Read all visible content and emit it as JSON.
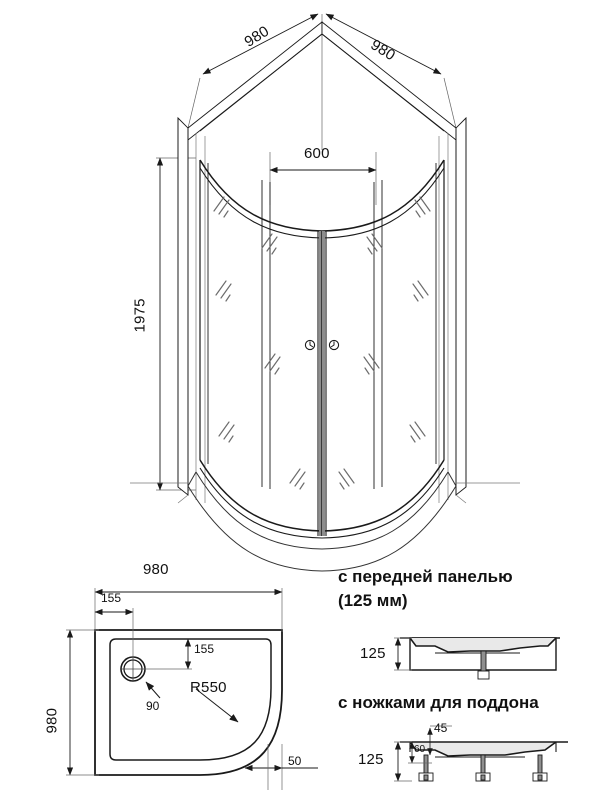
{
  "drawing": {
    "title_isometric": "",
    "dimensions": {
      "top_left_width": "980",
      "top_right_width": "980",
      "door_opening": "600",
      "height": "1975"
    }
  },
  "tray_plan": {
    "width": "980",
    "depth": "980",
    "drain_offset_x": "155",
    "drain_offset_y": "155",
    "drain_diameter": "90",
    "corner_radius": "R550",
    "edge_width": "50"
  },
  "section_panel": {
    "caption_line1": "с передней панелью",
    "caption_line2": "(125 мм)",
    "height": "125"
  },
  "section_legs": {
    "caption": "с ножками для поддона",
    "height": "125",
    "inner_height": "60",
    "top_offset": "45"
  },
  "colors": {
    "line": "#1a1a1a",
    "thin": "#555555",
    "background": "#ffffff"
  }
}
